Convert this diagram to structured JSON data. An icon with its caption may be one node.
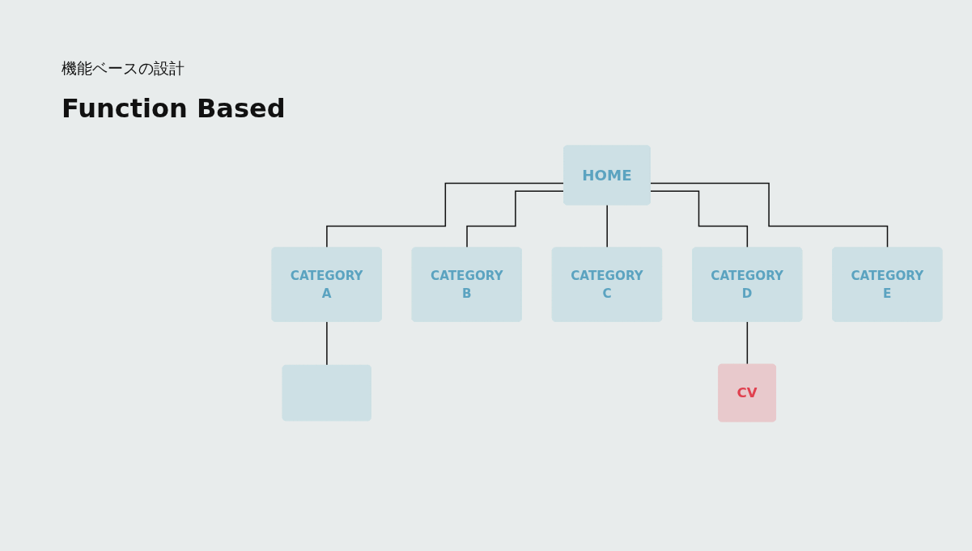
{
  "diagram": {
    "title": "Function Based",
    "nodes": [
      {
        "text": [
          "HOME"
        ]
      },
      {
        "text": [
          "CATEGORY",
          "A"
        ]
      },
      {
        "text": [
          "CATEGORY",
          "B"
        ]
      },
      {
        "text": [
          "CATEGORY",
          "C"
        ]
      },
      {
        "text": [
          "CATEGORY",
          "D"
        ]
      },
      {
        "text": [
          "CATEGORY",
          "E"
        ]
      },
      {
        "text": [],
        "shape": "box"
      },
      {
        "text": [
          "CV"
        ]
      }
    ],
    "edges": [
      {
        "from": 0,
        "to": 1,
        "arrow": "none"
      },
      {
        "from": 0,
        "to": 2,
        "arrow": "none"
      },
      {
        "from": 0,
        "to": 3,
        "arrow": "none"
      },
      {
        "from": 0,
        "to": 4,
        "arrow": "none"
      },
      {
        "from": 0,
        "to": 5,
        "arrow": "none"
      },
      {
        "from": 1,
        "to": 6,
        "arrow": "none"
      },
      {
        "from": 4,
        "to": 7,
        "arrow": "none"
      }
    ],
    "labels": [
      "機能ベースの設計"
    ]
  }
}
